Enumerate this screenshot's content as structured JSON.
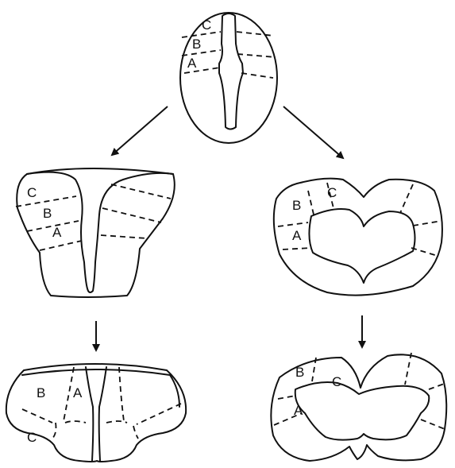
{
  "labels": {
    "A": "A",
    "B": "B",
    "C": "C"
  },
  "colors": {
    "stroke": "#111111",
    "background": "#ffffff"
  }
}
